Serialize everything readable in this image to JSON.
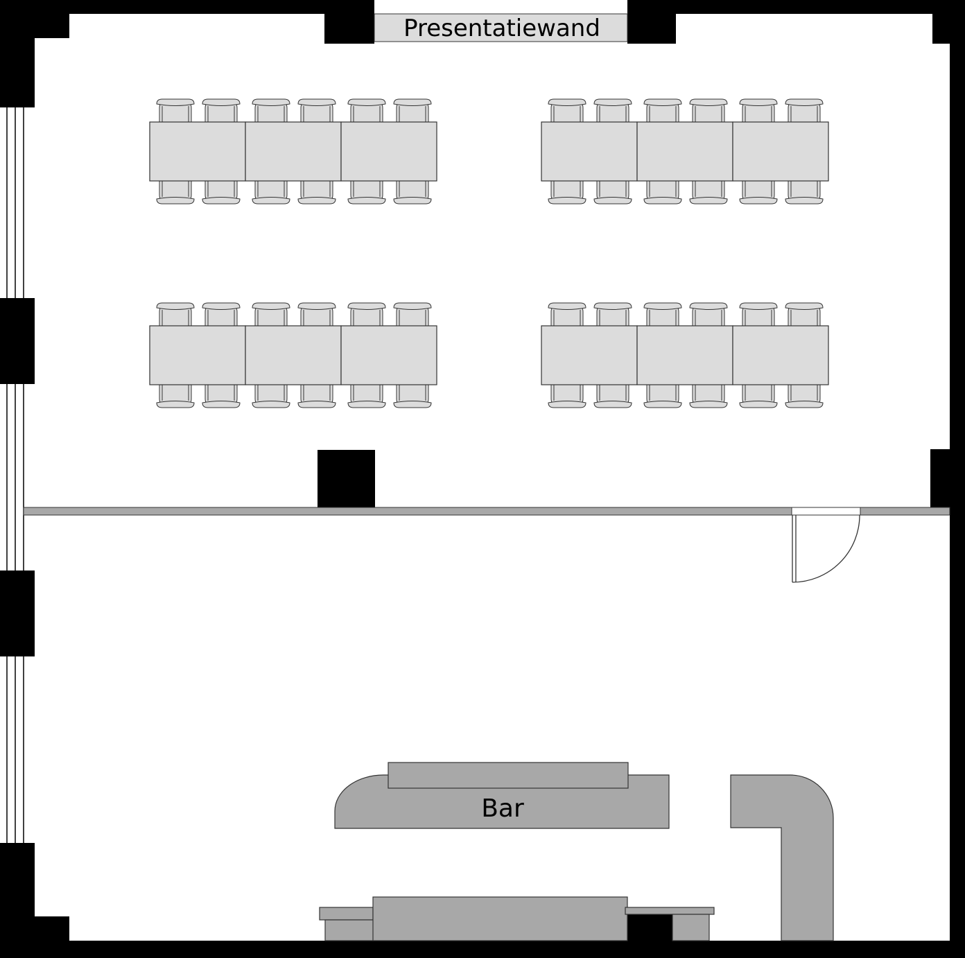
{
  "plan": {
    "presentation_wall_label": "Presentatiewand",
    "bar_label": "Bar"
  },
  "colors": {
    "wall": "#000000",
    "furniture_fill": "#dcdcdc",
    "bar_fill": "#a8a8a8",
    "line": "#333333",
    "floor": "#ffffff"
  },
  "seating": {
    "table_groups": 4,
    "tables_per_group": 3,
    "chairs_per_side_per_table": 2
  },
  "icons": {
    "chair": "chair-icon",
    "door": "door-icon"
  }
}
